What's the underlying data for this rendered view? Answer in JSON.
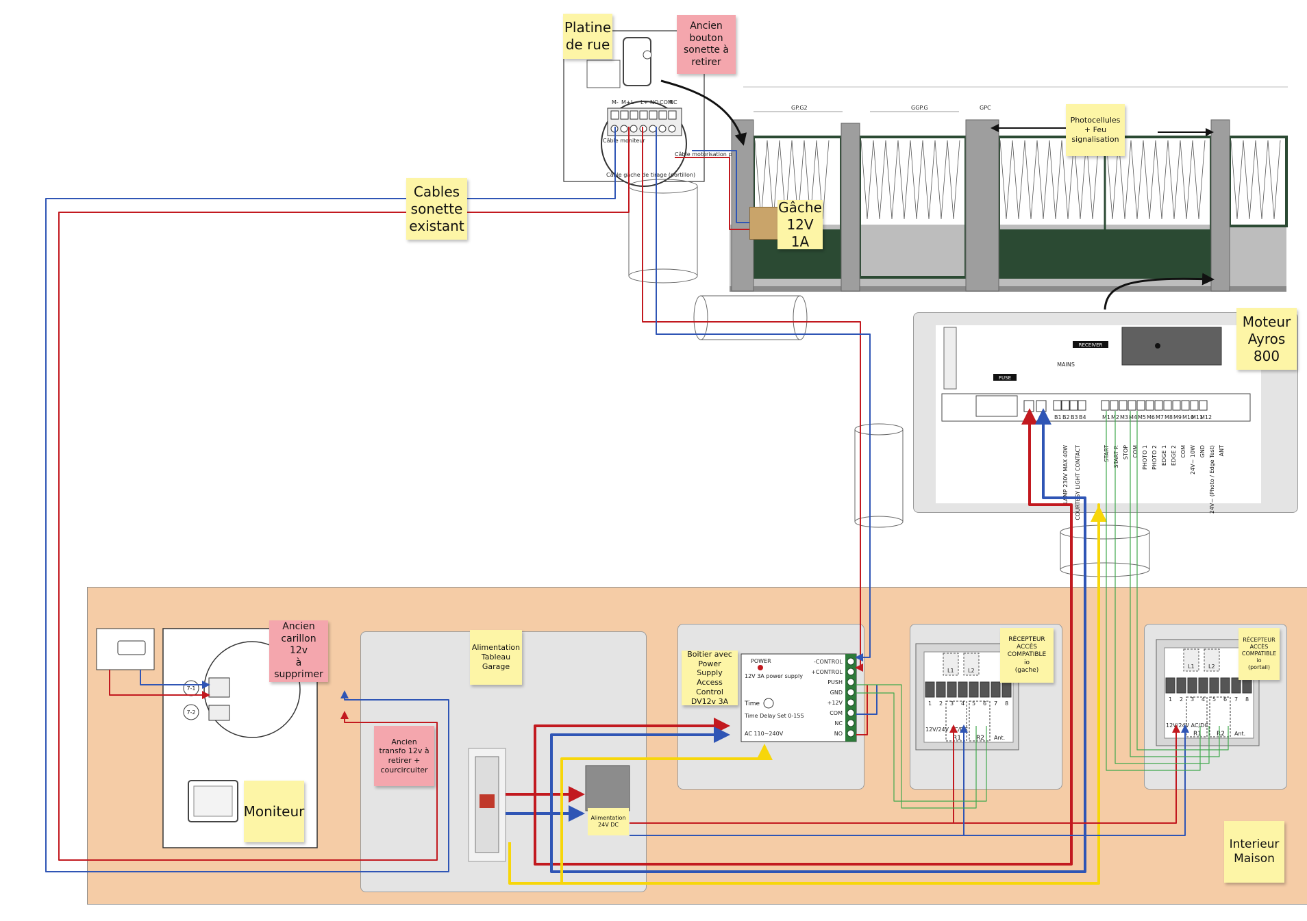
{
  "notes": {
    "platine": "Platine\nde rue",
    "ancien_bouton": "Ancien\nbouton\nsonette à\nretirer",
    "cables": "Cables\nsonette\nexistant",
    "gache": "Gâche\n12V 1A",
    "photocellules": "Photocellules\n+ Feu\nsignalisation",
    "moteur": "Moteur\nAyros\n800",
    "ancien_carillon": "Ancien\ncarillon 12v\nà\nsupprimer",
    "moniteur": "Moniteur",
    "alimentation_tableau": "Alimentation\nTableau\nGarage",
    "ancien_transfo": "Ancien\ntransfo 12v à\nretirer +\ncourcircuiter",
    "boitier": "Boitier avec\nPower Supply\nAccess Control\nDV12v 3A",
    "recepteur_gache": "RÉCEPTEUR\nACCÈS\nCOMPATIBLE\nio\n(gache)",
    "recepteur_portail": "RÉCEPTEUR\nACCÈS\nCOMPATIBLE\nio\n(portail)",
    "interieur": "Interieur\nMaison",
    "alimentation_24v": "Alimentation\n24V DC"
  },
  "platine_terminals": [
    "M-",
    "M+",
    "L-",
    "L+",
    "NO",
    "COM",
    "NC"
  ],
  "platine_labels": {
    "cable_moniteur": "Câble moniteur",
    "cable_gache": "Câble gâche de tirage (portillon)",
    "cable_moto": "Câble motorisation portail"
  },
  "gate_dims": [
    "GP.G2",
    "GGP.G",
    "GPC"
  ],
  "motor_board": {
    "fuse": "FUSE",
    "mains": "MAINS",
    "receiver": "RECEIVER",
    "terminals": [
      "B1",
      "B2",
      "B3",
      "B4",
      "M1",
      "M2",
      "M3",
      "M4",
      "M5",
      "M6",
      "M7",
      "M8",
      "M9",
      "M10",
      "M11",
      "M12"
    ],
    "labels": [
      "LAMP 230V MAX 40W",
      "COURTESY LIGHT CONTACT",
      "START",
      "START P.",
      "STOP",
      "COM",
      "PHOTO 1",
      "PHOTO 2",
      "EDGE 1",
      "EDGE 2",
      "COM",
      "24V~ 10W",
      "GND",
      "24V~ (Photo / Edge Test)",
      "ANT"
    ]
  },
  "power_supply": {
    "power_label": "POWER",
    "title": "12V 3A power supply",
    "time_label": "Time",
    "delay": "Time Delay Set 0-15S",
    "ac": "AC 110~240V",
    "terminals": [
      "-CONTROL",
      "+CONTROL",
      "PUSH",
      "GND",
      "+12V",
      "COM",
      "NC",
      "NO"
    ]
  },
  "receiver_labels": {
    "supply": "12V/24V AC/DC",
    "r1": "R1",
    "r2": "R2",
    "ant": "Ant.",
    "l1": "L1",
    "l2": "L2",
    "pins": [
      "1",
      "2",
      "3",
      "4",
      "5",
      "6",
      "7",
      "8"
    ]
  },
  "chime_labels": [
    "7-1",
    "7-2"
  ],
  "colors": {
    "red": "#c2191f",
    "blue": "#2f55b5",
    "yellow": "#f7d60a",
    "green": "#3fa84c",
    "zone": "#f5cca6",
    "note_yellow": "#fdf5a6",
    "note_pink": "#f4a6ad",
    "panel": "#e4e4e4"
  }
}
